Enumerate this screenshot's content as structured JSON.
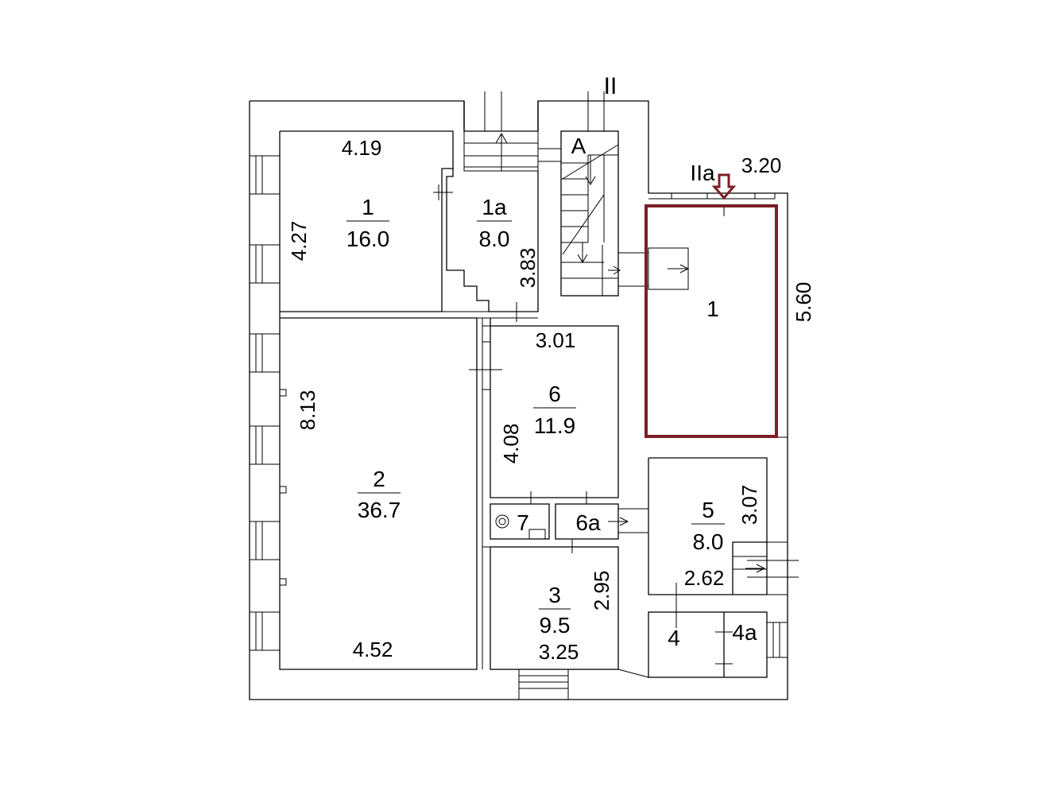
{
  "colors": {
    "highlight": "#7b1f25",
    "line": "#000000"
  },
  "section_marks": {
    "main": "II",
    "secondary": "IIa"
  },
  "stair_mark": "A",
  "rooms": [
    {
      "id": "r1",
      "number": "1",
      "area": "16.0"
    },
    {
      "id": "r1a",
      "number": "1a",
      "area": "8.0"
    },
    {
      "id": "r2",
      "number": "2",
      "area": "36.7"
    },
    {
      "id": "r6",
      "number": "6",
      "area": "11.9"
    },
    {
      "id": "r7",
      "number": "7"
    },
    {
      "id": "r6a",
      "number": "6a"
    },
    {
      "id": "r3",
      "number": "3",
      "area": "9.5"
    },
    {
      "id": "r5",
      "number": "5",
      "area": "8.0"
    },
    {
      "id": "r4",
      "number": "4"
    },
    {
      "id": "r4a",
      "number": "4a"
    },
    {
      "id": "rIIa1",
      "number": "1"
    }
  ],
  "dimensions": [
    "4.19",
    "4.27",
    "3.83",
    "3.20",
    "5.60",
    "3.01",
    "8.13",
    "4.08",
    "3.07",
    "2.62",
    "2.95",
    "3.25",
    "4.52"
  ]
}
